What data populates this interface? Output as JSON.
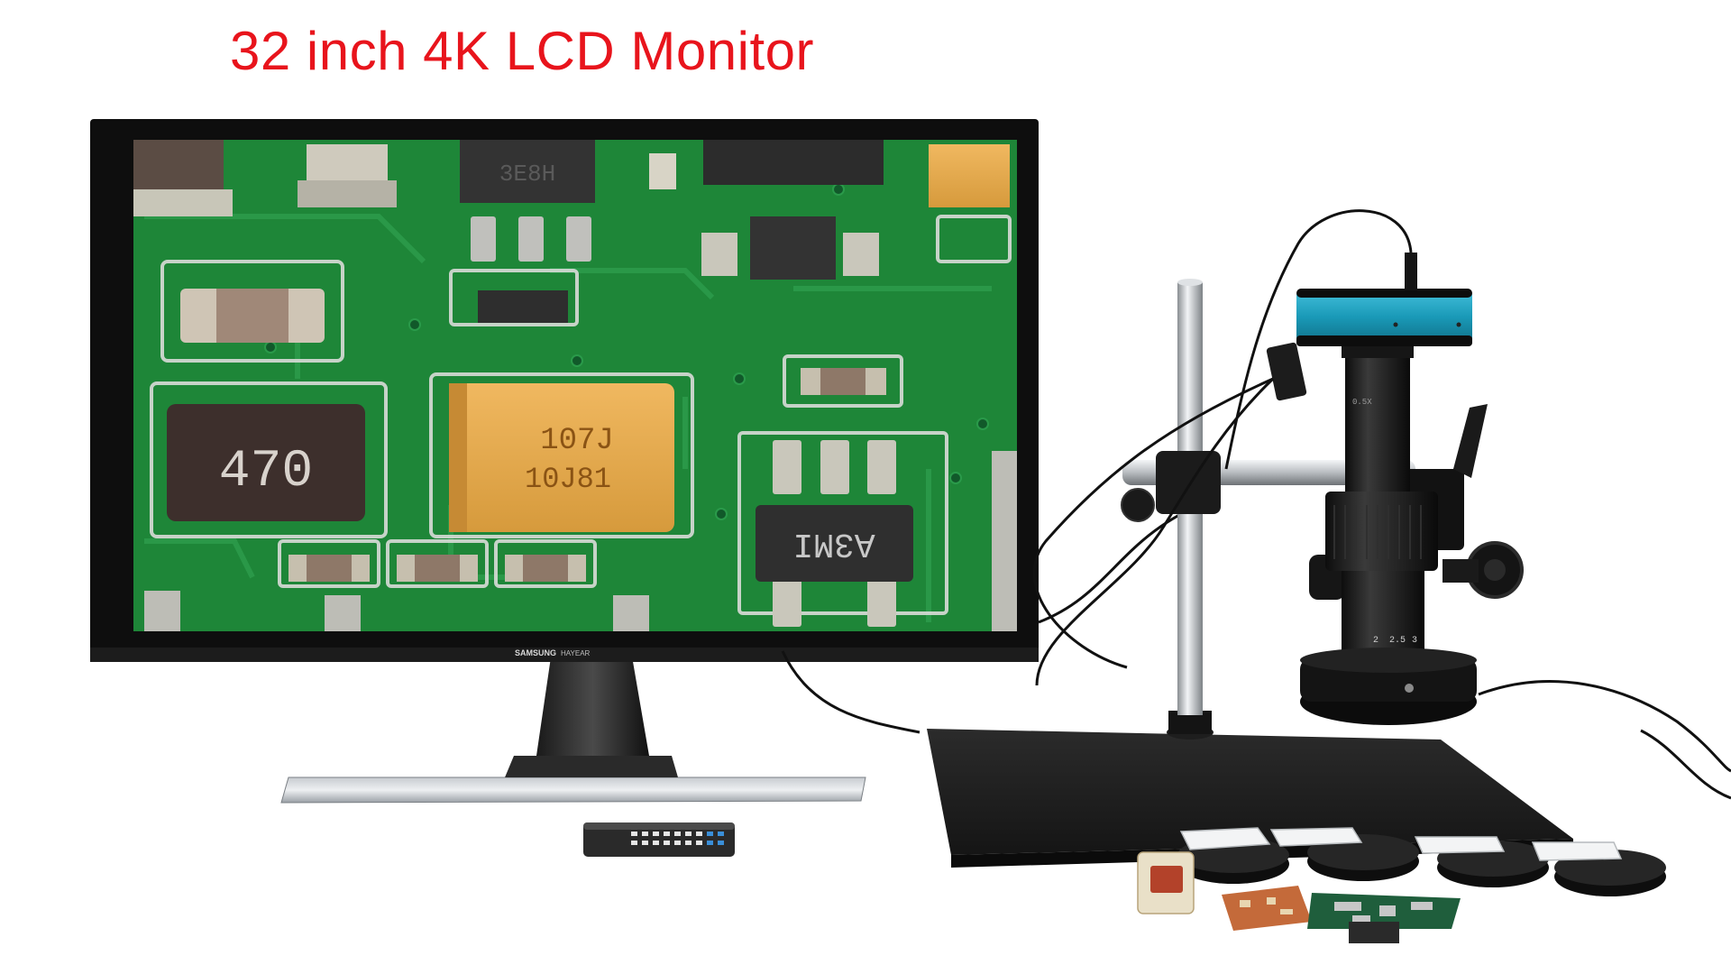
{
  "headline": {
    "text": "32 inch 4K LCD Monitor",
    "color": "#e8141c"
  },
  "monitor": {
    "brand": "SAMSUNG",
    "co_brand": "HAYEAR",
    "screen_content": {
      "chip_markings": [
        "470",
        "107J",
        "10J81",
        "A3MI"
      ]
    }
  },
  "colors": {
    "pcb_green": "#1e8a3a",
    "camera_teal": "#1a9ab8",
    "capacitor_orange": "#e0a448",
    "bezel": "#111111"
  },
  "lens_markings": [
    "0.5X",
    "2",
    "2.5",
    "3"
  ]
}
